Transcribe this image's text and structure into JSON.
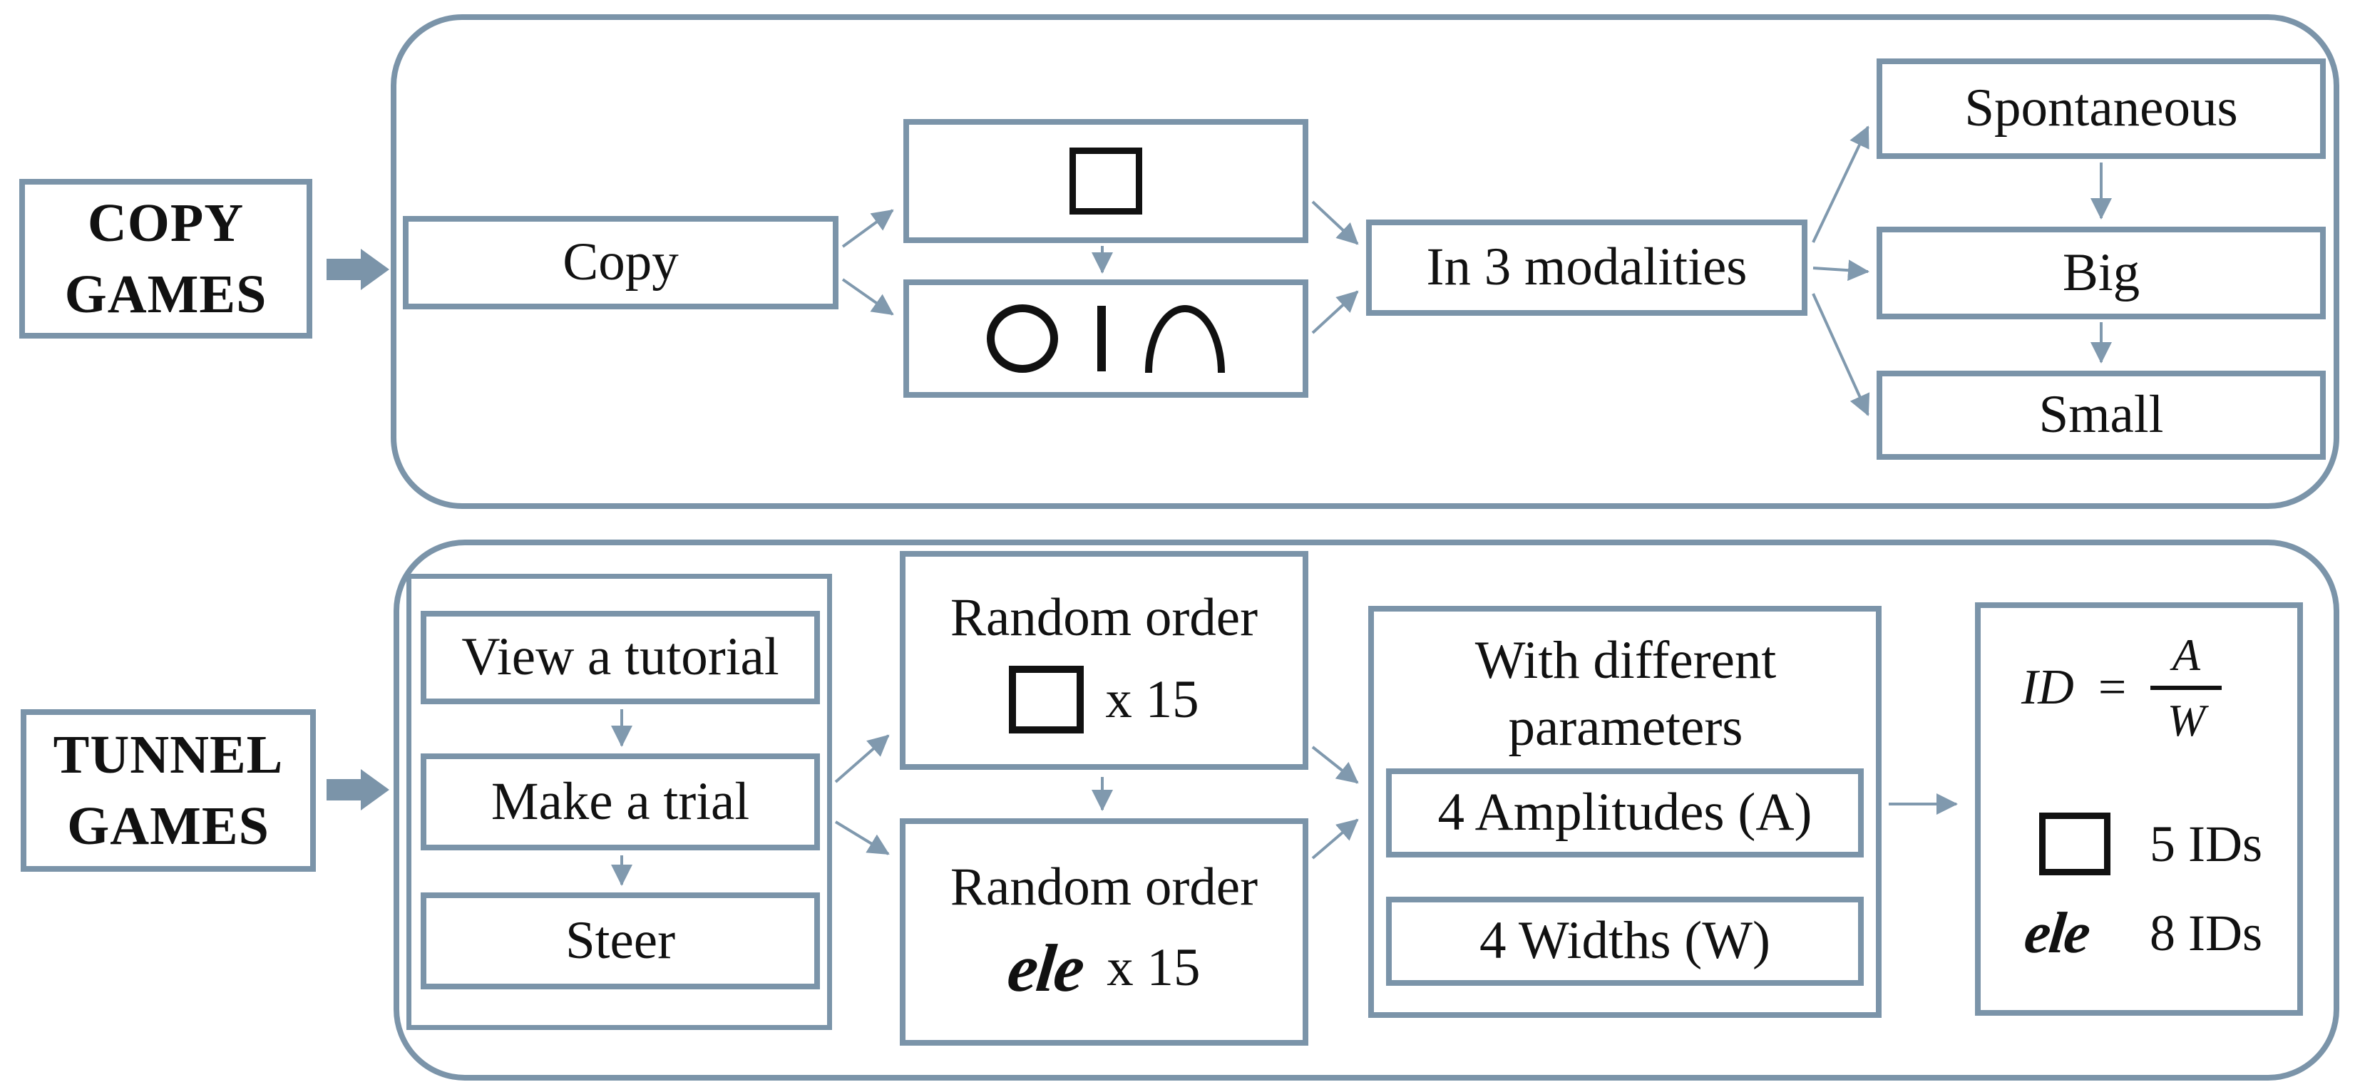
{
  "colors": {
    "line": "#7b94a9",
    "thin_arrow": "#8099ae",
    "ink": "#111111",
    "background": "#ffffff"
  },
  "icons": {
    "square": "square-outline-icon",
    "circle": "circle-outline-icon",
    "vertical_line": "vertical-line-icon",
    "arch": "arch-icon",
    "thick_arrow": "block-arrow-icon",
    "thin_arrow": "flow-arrow-icon"
  },
  "copy_flow": {
    "title": {
      "line1": "COPY",
      "line2": "GAMES"
    },
    "copy_box": "Copy",
    "modalities_box": "In 3 modalities",
    "modalities": [
      "Spontaneous",
      "Big",
      "Small"
    ]
  },
  "tunnel_flow": {
    "title": {
      "line1": "TUNNEL",
      "line2": "GAMES"
    },
    "steps": [
      "View a tutorial",
      "Make a trial",
      "Steer"
    ],
    "random_square": {
      "label": "Random order",
      "times": "x 15"
    },
    "random_ele": {
      "label": "Random order",
      "glyph": "ele",
      "times": "x 15"
    },
    "parameters": {
      "title": "With different parameters",
      "amplitudes": "4 Amplitudes (A)",
      "widths": "4 Widths (W)"
    },
    "index_of_difficulty": {
      "formula": {
        "lhs": "ID",
        "equals": "=",
        "numerator": "A",
        "denominator": "W"
      },
      "square_ids": "5 IDs",
      "ele_glyph": "ele",
      "ele_ids": "8 IDs"
    }
  }
}
